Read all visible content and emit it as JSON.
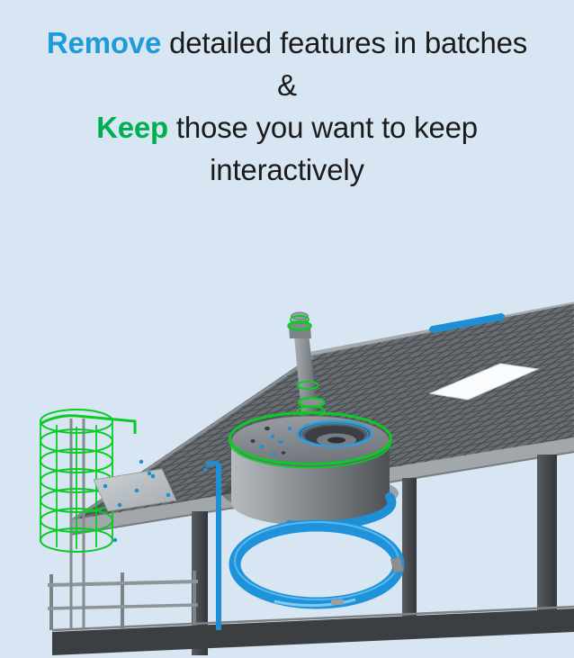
{
  "slide": {
    "background_color": "#D7E6F2",
    "heading": {
      "remove_word": "Remove",
      "line1_rest": " detailed features in batches",
      "ampersand": "&",
      "keep_word": "Keep",
      "line3_rest": " those you want to keep",
      "line4": "interactively",
      "remove_color": "#1E9BD8",
      "keep_color": "#00B050",
      "text_color": "#1B1B1B"
    },
    "illustration": {
      "type": "3d-cad-model",
      "subject": "industrial platform with vessel, nozzle pipe, safety-cage ladder and piping",
      "remove_highlight_color": "#1E8FD5",
      "keep_highlight_color": "#0ACB25",
      "model_base_color": "#84898D",
      "deck_color": "#686D71"
    }
  }
}
